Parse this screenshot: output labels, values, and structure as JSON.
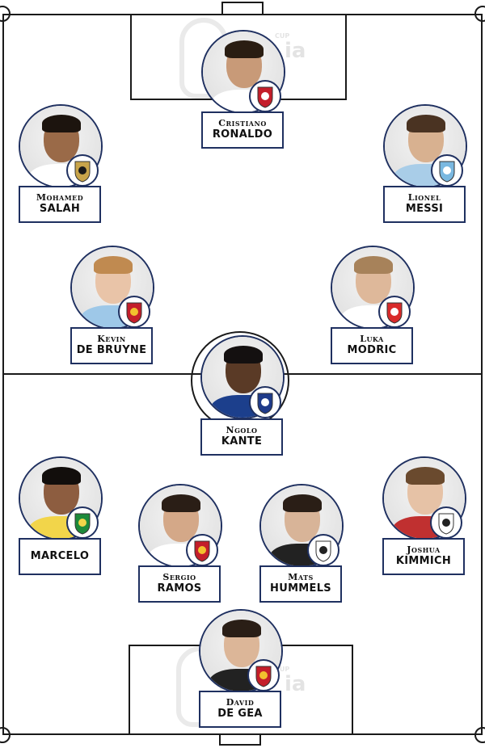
{
  "watermark": {
    "top_text": "ia",
    "bottom_text": "ia",
    "cup_text": "CUP"
  },
  "players": [
    {
      "id": "ronaldo",
      "first": "Cristiano",
      "last": "RONALDO",
      "flag": "portugal-crest-icon",
      "skin": "#c89a78",
      "hair": "#2a1d12",
      "shirt": "#ffffff"
    },
    {
      "id": "salah",
      "first": "Mohamed",
      "last": "SALAH",
      "flag": "egypt-crest-icon",
      "skin": "#9a6a48",
      "hair": "#1c140e",
      "shirt": "#ffffff"
    },
    {
      "id": "messi",
      "first": "Lionel",
      "last": "MESSI",
      "flag": "argentina-crest-icon",
      "skin": "#d8b190",
      "hair": "#4a3322",
      "shirt": "#a9cde8"
    },
    {
      "id": "debruyne",
      "first": "Kevin",
      "last": "DE BRUYNE",
      "flag": "belgium-crest-icon",
      "skin": "#e9c4a8",
      "hair": "#c08a50",
      "shirt": "#9ec8e8"
    },
    {
      "id": "modric",
      "first": "Luka",
      "last": "MODRIC",
      "flag": "croatia-crest-icon",
      "skin": "#deb89a",
      "hair": "#a7825a",
      "shirt": "#ffffff"
    },
    {
      "id": "kante",
      "first": "Ngolo",
      "last": "KANTE",
      "flag": "france-fff-crest-icon",
      "skin": "#5a3a26",
      "hair": "#141010",
      "shirt": "#1c3f8c"
    },
    {
      "id": "marcelo",
      "first": "",
      "last": "MARCELO",
      "flag": "brazil-cbf-crest-icon",
      "skin": "#8d5d40",
      "hair": "#120e0c",
      "shirt": "#f2d54a"
    },
    {
      "id": "ramos",
      "first": "Sergio",
      "last": "RAMOS",
      "flag": "spain-crest-icon",
      "skin": "#d4a888",
      "hair": "#2a1e16",
      "shirt": "#ffffff"
    },
    {
      "id": "hummels",
      "first": "Mats",
      "last": "HUMMELS",
      "flag": "germany-crest-icon",
      "skin": "#d8b498",
      "hair": "#2a1e16",
      "shirt": "#222222"
    },
    {
      "id": "kimmich",
      "first": "Joshua",
      "last": "KIMMICH",
      "flag": "germany-crest-icon",
      "skin": "#e6c2a6",
      "hair": "#6a4a2e",
      "shirt": "#c03030"
    },
    {
      "id": "degea",
      "first": "David",
      "last": "DE GEA",
      "flag": "spain-crest-icon",
      "skin": "#dcb698",
      "hair": "#2a1e16",
      "shirt": "#222222"
    }
  ]
}
